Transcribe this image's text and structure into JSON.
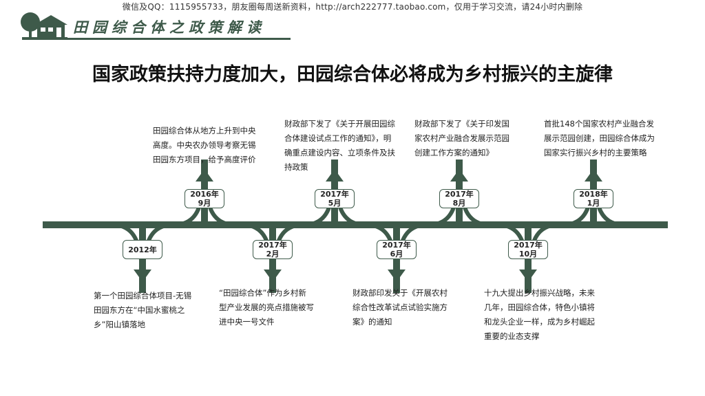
{
  "header": {
    "top_note": "微信及QQ：1115955733，朋友圈每周送新资料，http://arch222777.taobao.com，仅用于学习交流，请24小时内删除",
    "section_title": "田园综合体之政策解读",
    "main_title": "国家政策扶持力度加大，田园综合体必将成为乡村振兴的主旋律"
  },
  "logo": {
    "icon": "house-tree-icon"
  },
  "colors": {
    "accent": "#3e5a4a",
    "text": "#222222"
  },
  "timeline": {
    "events": [
      {
        "year": "2012年",
        "month": "",
        "direction": "down",
        "lines": [
          "第一个田园综合体项目-无锡",
          "田园东方在“中国水蜜桃之",
          "乡”阳山镇落地"
        ]
      },
      {
        "year": "2016年",
        "month": "9月",
        "direction": "up",
        "lines": [
          "田园综合体从地方上升到中央",
          "高度。中央农办领导考察无锡",
          "田园东方项目，给予高度评价"
        ]
      },
      {
        "year": "2017年",
        "month": "2月",
        "direction": "down",
        "lines": [
          "“田园综合体”作为乡村新",
          "型产业发展的亮点措施被写",
          "进中央一号文件"
        ]
      },
      {
        "year": "2017年",
        "month": "5月",
        "direction": "up",
        "lines": [
          "财政部下发了《关于开展田园综",
          "合体建设试点工作的通知》，明",
          "确重点建设内容、立项条件及扶",
          "持政策"
        ]
      },
      {
        "year": "2017年",
        "month": "6月",
        "direction": "down",
        "lines": [
          "财政部印发关于《开展农村",
          "综合性改革试点试验实施方",
          "案》的通知"
        ]
      },
      {
        "year": "2017年",
        "month": "8月",
        "direction": "up",
        "lines": [
          "财政部下发了《关于印发国",
          "家农村产业融合发展示范园",
          "创建工作方案的通知》"
        ]
      },
      {
        "year": "2017年",
        "month": "10月",
        "direction": "down",
        "lines": [
          "十九大提出乡村振兴战略，未来",
          "几年，田园综合体，特色小镇将",
          "和龙头企业一样，成为乡村崛起",
          "重要的业态支撑"
        ]
      },
      {
        "year": "2018年",
        "month": "1月",
        "direction": "up",
        "lines": [
          "首批148个国家农村产业融合发",
          "展示范园创建，田园综合体成为",
          "国家实行振兴乡村的主要策略"
        ]
      }
    ]
  }
}
